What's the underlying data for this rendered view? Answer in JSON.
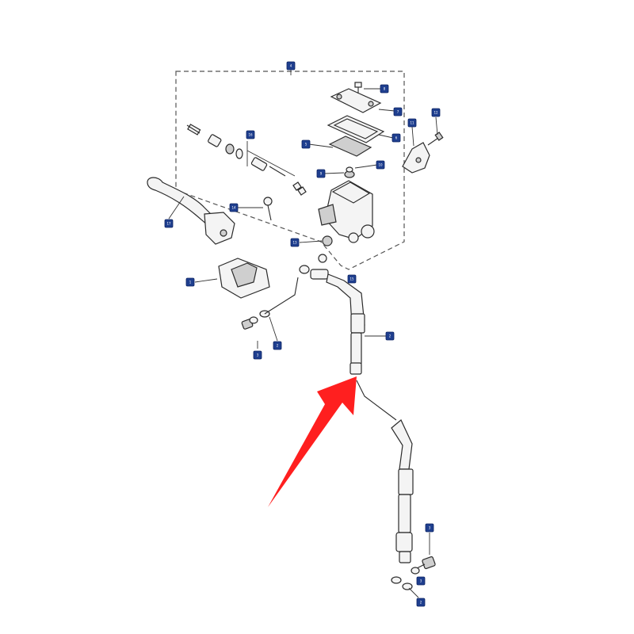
{
  "diagram": {
    "callouts": [
      "4",
      "8",
      "7",
      "6",
      "5",
      "9",
      "10",
      "11",
      "12",
      "14",
      "13",
      "15",
      "16",
      "17",
      "1",
      "2",
      "3",
      "2",
      "3",
      "2",
      "3"
    ]
  },
  "colors": {
    "callout_fill": "#1f3f8f",
    "arrow": "#ff1f1f",
    "line": "#2b2b2b"
  },
  "icons": {
    "arrow": "red-pointer-arrow-icon"
  }
}
